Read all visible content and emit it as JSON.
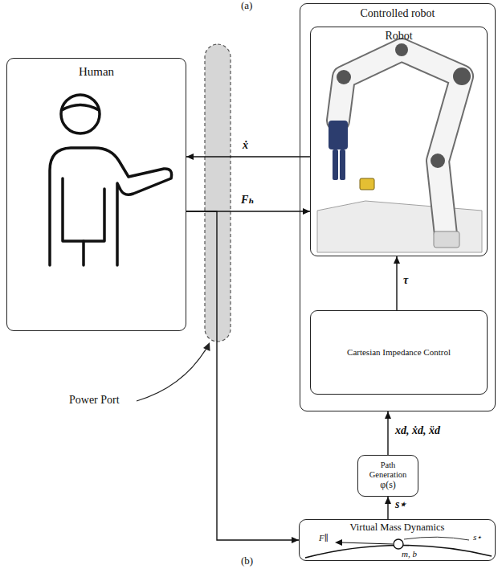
{
  "diagram": {
    "nodes": [
      {
        "text": [
          "Human"
        ]
      },
      {
        "text": [
          "Controlled robot"
        ]
      },
      {
        "text": [
          "Robot"
        ],
        "in": 1
      },
      {
        "text": [
          "Cartesian Impedance Control"
        ],
        "in": 1
      },
      {
        "text": [
          "Path Generation",
          "φ(s)"
        ]
      },
      {
        "text": [
          "Virtual Mass Dynamics"
        ]
      }
    ],
    "edges": [
      {
        "from": 2,
        "to": 0,
        "label": "ẋ",
        "arrow": "to"
      },
      {
        "from": 0,
        "to": 2,
        "label": "Fₕ",
        "arrow": "to"
      },
      {
        "from": 0,
        "to": 5,
        "arrow": "to"
      },
      {
        "from": 3,
        "to": 2,
        "label": "τ",
        "arrow": "to"
      },
      {
        "from": 4,
        "to": 1,
        "label": "xd, ẋd, ẍd",
        "arrow": "to"
      },
      {
        "from": 5,
        "to": 4,
        "label": "s⋆",
        "arrow": "to"
      }
    ],
    "labels": [
      "(a)",
      "(b)",
      "Power Port",
      "F∥",
      "m, b",
      "s⋆"
    ]
  }
}
